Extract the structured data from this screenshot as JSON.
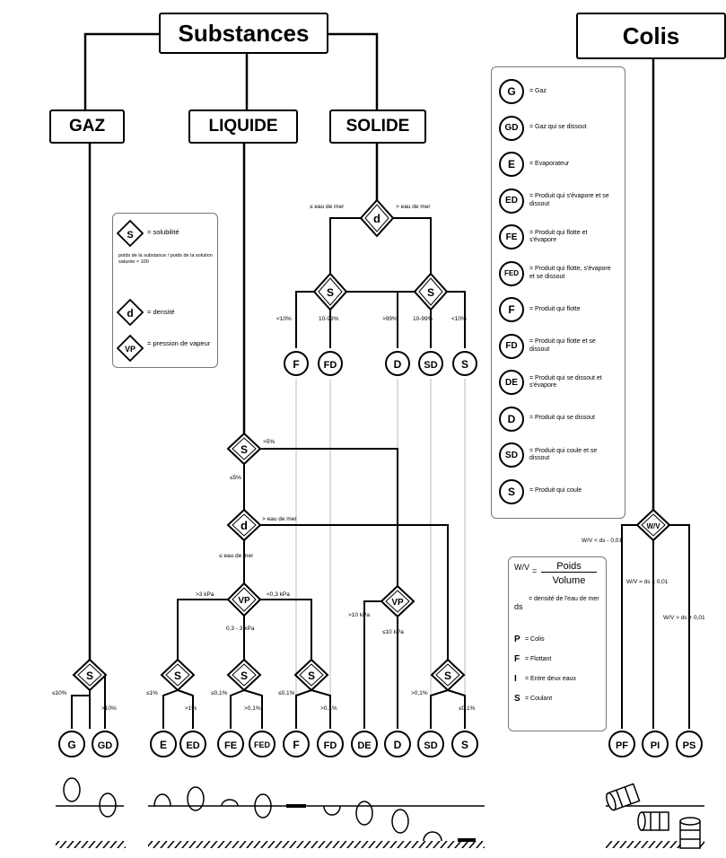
{
  "headers": {
    "substances": "Substances",
    "colis": "Colis",
    "gaz": "GAZ",
    "liquide": "LIQUIDE",
    "solide": "SOLIDE"
  },
  "symbols": {
    "s": "S",
    "d": "d",
    "vp": "VP",
    "wv": "W/V"
  },
  "solide_branch": {
    "d_left": "≤ eau de mer",
    "d_right": "> eau de mer",
    "left_s": [
      "<10%",
      "10-99%"
    ],
    "right_s": [
      ">99%",
      "10-99%",
      "<10%"
    ],
    "nodes": [
      "F",
      "FD",
      "D",
      "SD",
      "S"
    ]
  },
  "liquide_branch": {
    "s_gt": ">5%",
    "s_le": "≤5%",
    "d_gt": "> eau de mer",
    "d_le": "≤ eau de mer",
    "vp_gt": ">3 kPa",
    "vp_mid": "0,3 - 3 kPa",
    "vp_lt": "<0,3 kPa",
    "vp2_gt": ">10 kPa",
    "vp2_le": "≤10 kPa",
    "s_e": [
      "≤1%",
      ">1%"
    ],
    "s_fe": [
      "≤0,1%",
      ">0,1%"
    ],
    "s_f": [
      "≤0,1%",
      ">0,1%"
    ],
    "s_sd": [
      ">0,1%",
      "≤0,1%"
    ]
  },
  "gaz_branch": {
    "labels": [
      "≤10%",
      ">10%"
    ]
  },
  "bottom_nodes": [
    "G",
    "GD",
    "E",
    "ED",
    "FE",
    "FED",
    "F",
    "FD",
    "DE",
    "D",
    "SD",
    "S",
    "PF",
    "PI",
    "PS"
  ],
  "legend1": {
    "s_title": "= solubilité",
    "s_formula": "poids de la substance / poids de la solution saturée × 100",
    "d_desc": "= densité",
    "vp_desc": "= pression de vapeur"
  },
  "legend2": [
    {
      "code": "G",
      "desc": "= Gaz"
    },
    {
      "code": "GD",
      "desc": "= Gaz qui se dissout"
    },
    {
      "code": "E",
      "desc": "= Evaporateur"
    },
    {
      "code": "ED",
      "desc": "= Produit qui s'évapore et se dissout"
    },
    {
      "code": "FE",
      "desc": "= Produit qui flotte et s'évapore"
    },
    {
      "code": "FED",
      "desc": "= Produit qui flotte, s'évapore et se dissout"
    },
    {
      "code": "F",
      "desc": "= Produit qui flotte"
    },
    {
      "code": "FD",
      "desc": "= Produit qui flotte et se dissout"
    },
    {
      "code": "DE",
      "desc": "= Produit qui se dissout et s'évapore"
    },
    {
      "code": "D",
      "desc": "= Produit qui se dissout"
    },
    {
      "code": "SD",
      "desc": "= Produit qui coule et se dissout"
    },
    {
      "code": "S",
      "desc": "= Produit qui coule"
    }
  ],
  "legend3": {
    "wv_num": "Poids",
    "wv_den": "Volume",
    "ds_desc": "= densité de l'eau de mer",
    "items": [
      {
        "k": "P",
        "v": "= Colis"
      },
      {
        "k": "F",
        "v": "= Flottant"
      },
      {
        "k": "I",
        "v": "= Entre deux eaux"
      },
      {
        "k": "S",
        "v": "= Coulant"
      }
    ]
  },
  "colis_branch": {
    "left": "W/V < ds - 0,01",
    "mid": "W/V = ds ± 0,01",
    "right": "W/V > ds + 0,01"
  }
}
